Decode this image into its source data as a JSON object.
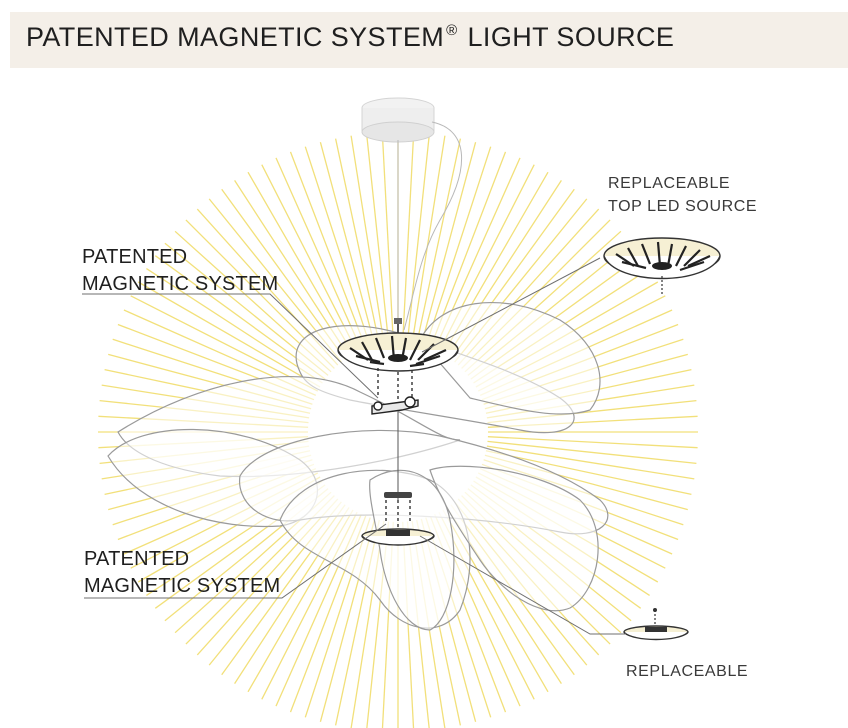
{
  "header": {
    "title_main": "PATENTED MAGNETIC SYSTEM",
    "title_mark": "®",
    "title_tail": "LIGHT SOURCE"
  },
  "labels": {
    "magnetic_top": [
      "PATENTED",
      "MAGNETIC SYSTEM"
    ],
    "magnetic_bottom": [
      "PATENTED",
      "MAGNETIC SYSTEM"
    ],
    "replaceable_top": [
      "REPLACEABLE",
      "TOP LED SOURCE"
    ],
    "replaceable_bottom": [
      "REPLACEABLE"
    ]
  },
  "colors": {
    "rays": "#f2e07a",
    "lines": "#6f6f6f",
    "header_band": "#f4efe8",
    "disc_fill": "#f6f0d4"
  }
}
